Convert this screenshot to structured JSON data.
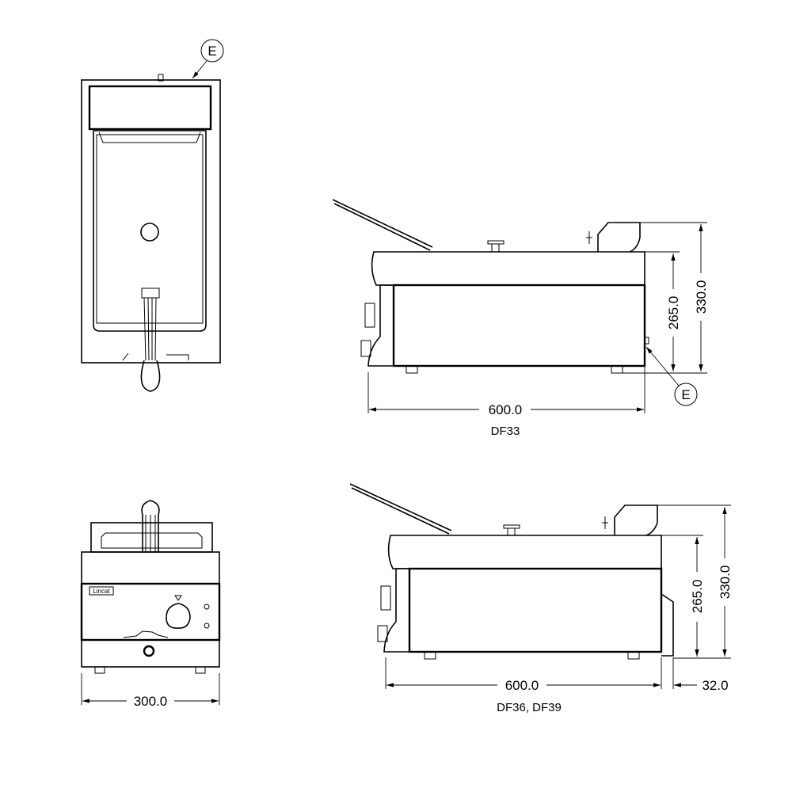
{
  "drawing": {
    "callout_label": "E",
    "logo_text": "Lincat",
    "views": {
      "side_df33": {
        "model_label": "DF33",
        "width_dim": "600.0",
        "height_body_dim": "265.0",
        "height_total_dim": "330.0"
      },
      "side_df36": {
        "model_label": "DF36, DF39",
        "width_dim": "600.0",
        "offset_dim": "32.0",
        "height_body_dim": "265.0",
        "height_total_dim": "330.0"
      },
      "front": {
        "width_dim": "300.0"
      }
    }
  }
}
